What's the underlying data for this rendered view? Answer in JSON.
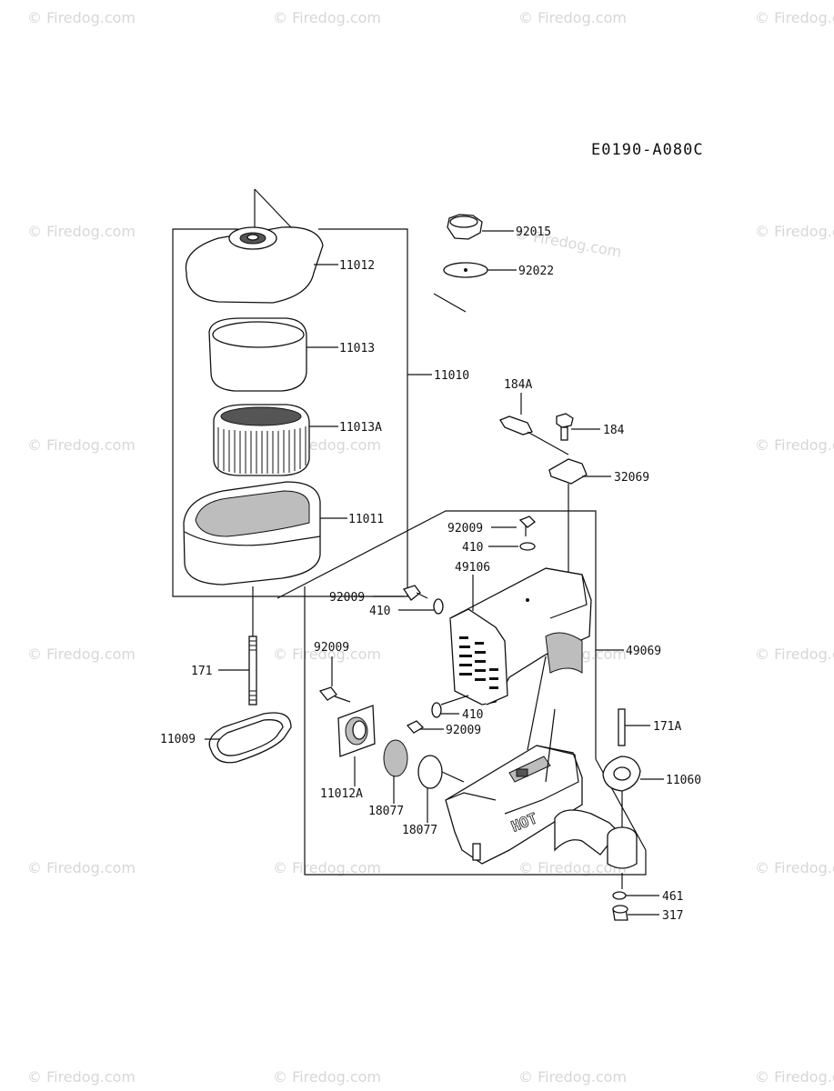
{
  "diagram_code": "E0190-A080C",
  "watermark": "© Firedog.com",
  "labels": {
    "p11012": "11012",
    "p11013": "11013",
    "p11010": "11010",
    "p11013A": "11013A",
    "p11011": "11011",
    "p92015": "92015",
    "p92022": "92022",
    "p184A": "184A",
    "p184": "184",
    "p32069": "32069",
    "p92009a": "92009",
    "p410a": "410",
    "p49106": "49106",
    "p92009b": "92009",
    "p410b": "410",
    "p49069": "49069",
    "p92009c": "92009",
    "p171": "171",
    "p410c": "410",
    "p92009d": "92009",
    "p11009": "11009",
    "p11012A": "11012A",
    "p18077a": "18077",
    "p18077b": "18077",
    "p171A": "171A",
    "p11060": "11060",
    "p461": "461",
    "p317": "317",
    "hot": "HOT"
  }
}
